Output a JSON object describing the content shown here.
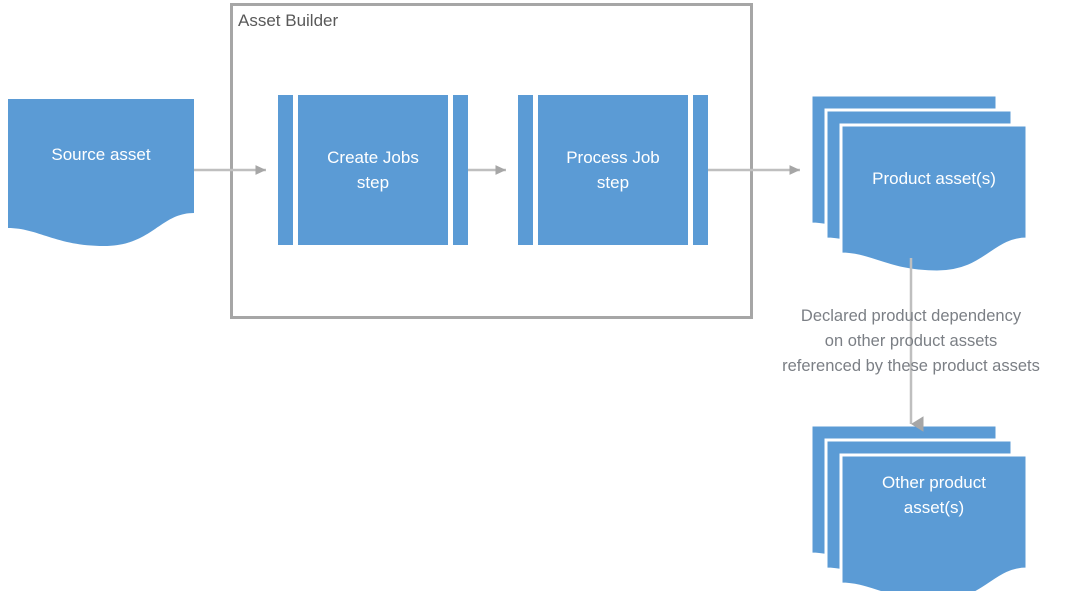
{
  "diagram": {
    "title": "Asset Builder pipeline diagram",
    "colors": {
      "shape_fill": "#5B9BD5",
      "shape_text": "#FFFFFF",
      "container_border": "#A6A6A6",
      "container_label_text": "#595959",
      "connector": "#BFBFBF",
      "arrowhead": "#A6A6A6",
      "note_text": "#7B7F85",
      "background": "#FFFFFF"
    },
    "container": {
      "label": "Asset Builder"
    },
    "nodes": {
      "source_asset": {
        "label": "Source asset",
        "shape": "document-wave"
      },
      "create_jobs_step": {
        "label": "Create Jobs\nstep",
        "shape": "predefined-process"
      },
      "process_job_step": {
        "label": "Process Job\nstep",
        "shape": "predefined-process"
      },
      "product_assets": {
        "label": "Product asset(s)",
        "shape": "stacked-document-wave",
        "stack_count": 3
      },
      "other_product_assets": {
        "label": "Other product\nasset(s)",
        "shape": "stacked-document-wave",
        "stack_count": 3
      }
    },
    "note": {
      "line1": "Declared product dependency",
      "line2": "on other product assets",
      "line3": "referenced by these product assets"
    },
    "connectors": [
      {
        "name": "source-to-create-jobs",
        "from": "source_asset",
        "to": "create_jobs_step",
        "direction": "right"
      },
      {
        "name": "create-jobs-to-process-job",
        "from": "create_jobs_step",
        "to": "process_job_step",
        "direction": "right"
      },
      {
        "name": "process-job-to-product-assets",
        "from": "process_job_step",
        "to": "product_assets",
        "direction": "right"
      },
      {
        "name": "product-assets-to-other-product-assets",
        "from": "product_assets",
        "to": "other_product_assets",
        "direction": "down"
      }
    ]
  }
}
